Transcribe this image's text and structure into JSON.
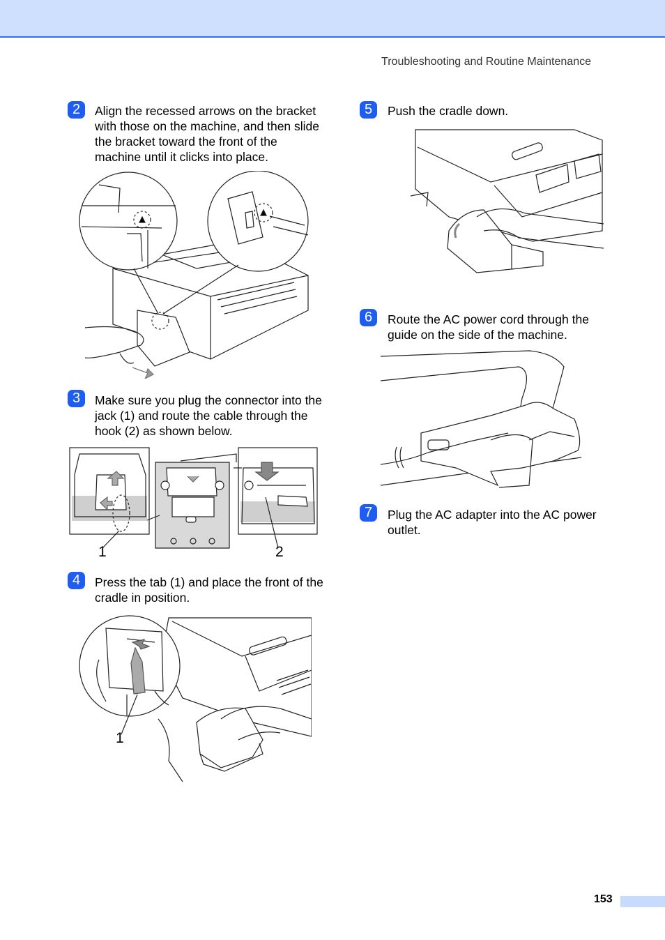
{
  "header": {
    "running_title": "Troubleshooting and Routine Maintenance"
  },
  "steps": [
    {
      "number": "2",
      "text": "Align the recessed arrows on the bracket with those on the machine, and then slide the bracket toward the front of the machine until it clicks into place."
    },
    {
      "number": "3",
      "text": "Make sure you plug the connector into the jack (1) and route the cable through the hook (2) as shown below."
    },
    {
      "number": "4",
      "text": "Press the tab (1) and place the front of the cradle in position."
    },
    {
      "number": "5",
      "text": "Push the cradle down."
    },
    {
      "number": "6",
      "text": "Route the AC power cord through the guide on the side of the machine."
    },
    {
      "number": "7",
      "text": "Plug the AC adapter into the AC power outlet."
    }
  ],
  "figures": {
    "step3": {
      "callout_1": "1",
      "callout_2": "2"
    },
    "step4": {
      "callout_1": "1"
    }
  },
  "footer": {
    "page_number": "153"
  },
  "colors": {
    "accent": "#1f5cf0",
    "header_band": "#cfe0ff",
    "header_rule": "#2f6fe8"
  }
}
